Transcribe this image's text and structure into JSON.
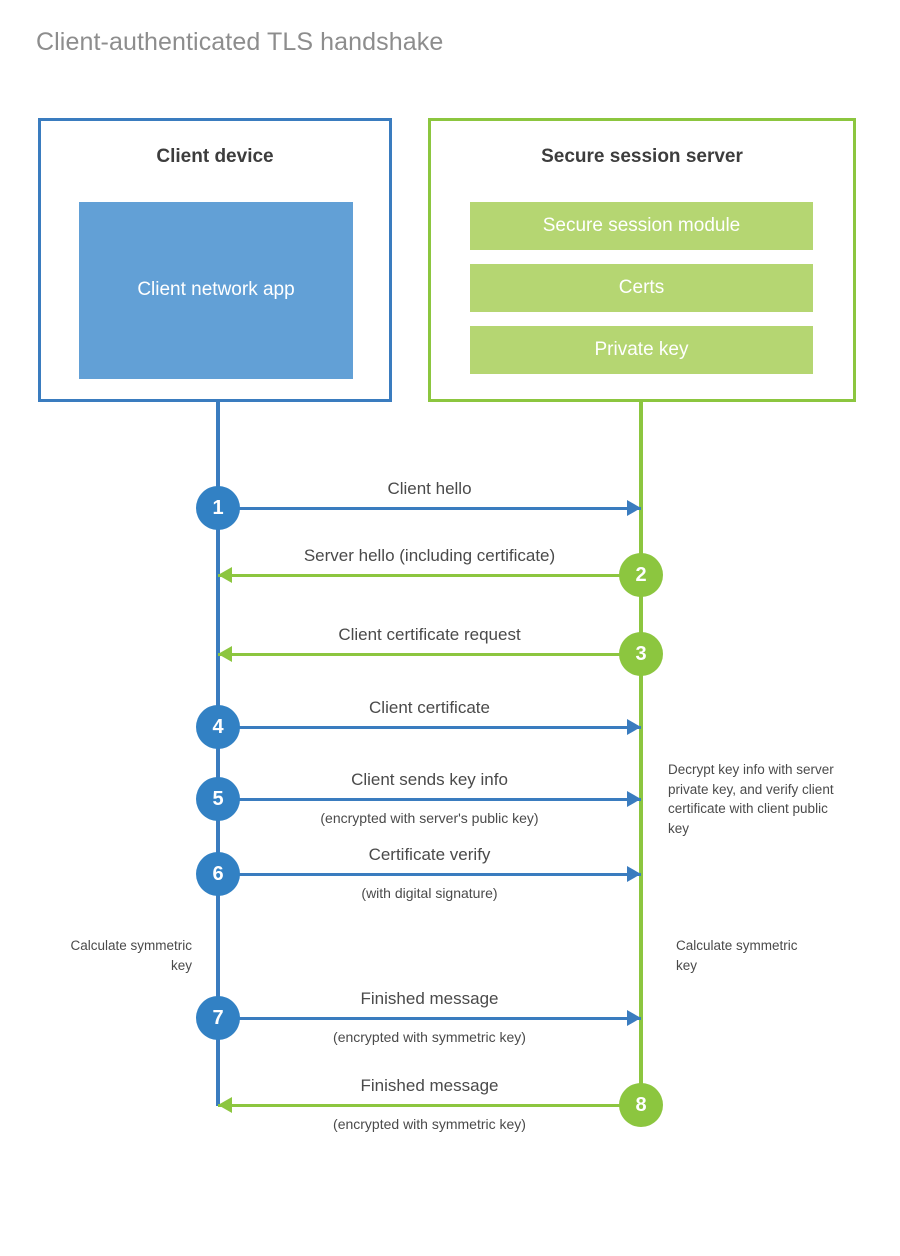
{
  "page": {
    "title": "Client-authenticated TLS handshake"
  },
  "colors": {
    "client_accent": "#3a7cbf",
    "client_circle": "#3281c4",
    "client_app_fill": "#62a0d6",
    "server_accent": "#8cc63f",
    "server_bar_fill": "#b5d672",
    "text": "#4a4a4a",
    "title_text": "#8d8d8d",
    "heading_text": "#3d3d3d"
  },
  "actors": {
    "client": {
      "title": "Client device",
      "app_label": "Client network app"
    },
    "server": {
      "title": "Secure session server",
      "modules": [
        "Secure session module",
        "Certs",
        "Private key"
      ]
    }
  },
  "steps": [
    {
      "number": "1",
      "label": "Client hello",
      "sublabel": "",
      "origin": "client",
      "direction": "right",
      "color": "blue"
    },
    {
      "number": "2",
      "label": "Server hello (including certificate)",
      "sublabel": "",
      "origin": "server",
      "direction": "left",
      "color": "green"
    },
    {
      "number": "3",
      "label": "Client certificate request",
      "sublabel": "",
      "origin": "server",
      "direction": "left",
      "color": "green"
    },
    {
      "number": "4",
      "label": "Client certificate",
      "sublabel": "",
      "origin": "client",
      "direction": "right",
      "color": "blue"
    },
    {
      "number": "5",
      "label": "Client sends key info",
      "sublabel": "(encrypted with server's public key)",
      "origin": "client",
      "direction": "right",
      "color": "blue"
    },
    {
      "number": "6",
      "label": "Certificate verify",
      "sublabel": "(with digital signature)",
      "origin": "client",
      "direction": "right",
      "color": "blue"
    },
    {
      "number": "7",
      "label": "Finished message",
      "sublabel": "(encrypted with symmetric key)",
      "origin": "client",
      "direction": "right",
      "color": "blue"
    },
    {
      "number": "8",
      "label": "Finished message",
      "sublabel": "(encrypted with symmetric key)",
      "origin": "server",
      "direction": "left",
      "color": "green"
    }
  ],
  "notes": {
    "server_decrypt": "Decrypt key info with server private key, and verify client certificate with client public key",
    "client_calculate": "Calculate symmetric key",
    "server_calculate": "Calculate symmetric key"
  }
}
